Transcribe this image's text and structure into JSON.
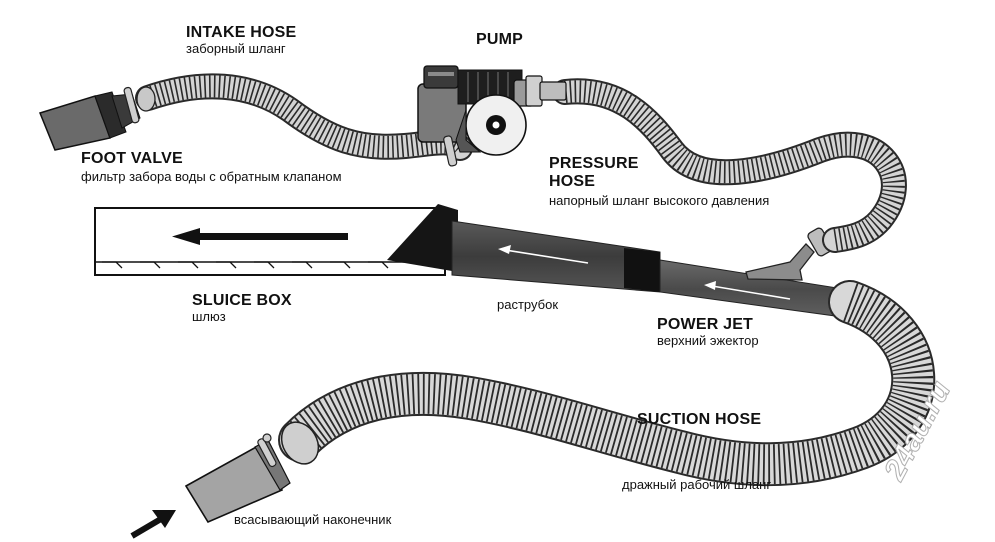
{
  "labels": {
    "intake_hose": {
      "en": "INTAKE HOSE",
      "ru": "заборный шланг"
    },
    "pump": {
      "en": "PUMP"
    },
    "foot_valve": {
      "en": "FOOT VALVE",
      "ru": "фильтр забора воды с обратным клапаном"
    },
    "pressure_hose": {
      "en_line1": "PRESSURE",
      "en_line2": "HOSE",
      "ru": "напорный шланг высокого давления"
    },
    "sluice_box": {
      "en": "SLUICE BOX",
      "ru": "шлюз"
    },
    "flare": {
      "ru": "раструбок"
    },
    "power_jet": {
      "en": "POWER JET",
      "ru": "верхний эжектор"
    },
    "suction_hose": {
      "en": "SUCTION HOSE",
      "ru": "дражный рабочий шланг"
    },
    "suction_nozzle": {
      "ru": "всасывающий наконечник"
    }
  },
  "watermark": "24au.ru",
  "colors": {
    "hose_fill": "#d4d4d4",
    "hose_stroke": "#2a2a2a",
    "jet_dark": "#4a4a4a",
    "valve_body": "#6a6a6a",
    "cone": "#1a1a1a",
    "text": "#111111"
  }
}
